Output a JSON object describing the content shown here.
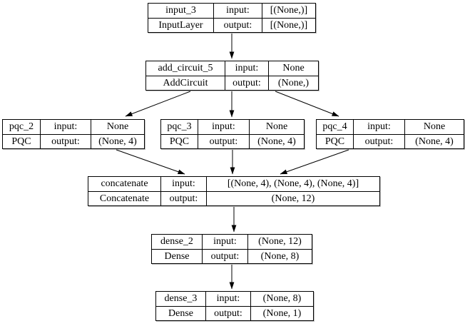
{
  "diagram": {
    "kind": "keras-model-architecture-graph",
    "background_color": "#ffffff",
    "line_color": "#000000",
    "labels": {
      "input": "input:",
      "output": "output:"
    },
    "nodes": [
      {
        "name": "input_3",
        "layer_type": "InputLayer",
        "input": "[(None,)]",
        "output": "[(None,)]"
      },
      {
        "name": "add_circuit_5",
        "layer_type": "AddCircuit",
        "input": "None",
        "output": "(None,)"
      },
      {
        "name": "pqc_2",
        "layer_type": "PQC",
        "input": "None",
        "output": "(None, 4)"
      },
      {
        "name": "pqc_3",
        "layer_type": "PQC",
        "input": "None",
        "output": "(None, 4)"
      },
      {
        "name": "pqc_4",
        "layer_type": "PQC",
        "input": "None",
        "output": "(None, 4)"
      },
      {
        "name": "concatenate",
        "layer_type": "Concatenate",
        "input": "[(None, 4), (None, 4), (None, 4)]",
        "output": "(None, 12)"
      },
      {
        "name": "dense_2",
        "layer_type": "Dense",
        "input": "(None, 12)",
        "output": "(None, 8)"
      },
      {
        "name": "dense_3",
        "layer_type": "Dense",
        "input": "(None, 8)",
        "output": "(None, 1)"
      }
    ],
    "edges": [
      {
        "from": "input_3",
        "to": "add_circuit_5"
      },
      {
        "from": "add_circuit_5",
        "to": "pqc_2"
      },
      {
        "from": "add_circuit_5",
        "to": "pqc_3"
      },
      {
        "from": "add_circuit_5",
        "to": "pqc_4"
      },
      {
        "from": "pqc_2",
        "to": "concatenate"
      },
      {
        "from": "pqc_3",
        "to": "concatenate"
      },
      {
        "from": "pqc_4",
        "to": "concatenate"
      },
      {
        "from": "concatenate",
        "to": "dense_2"
      },
      {
        "from": "dense_2",
        "to": "dense_3"
      }
    ]
  }
}
